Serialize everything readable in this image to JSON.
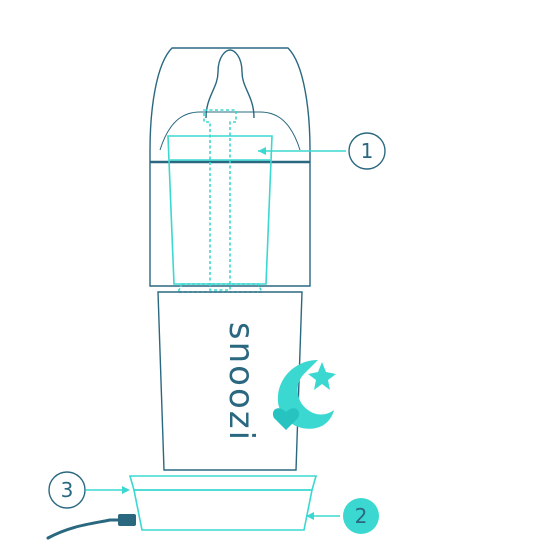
{
  "brand": {
    "name": "snoozi"
  },
  "callouts": [
    {
      "number": "1",
      "target": "bottle-insert"
    },
    {
      "number": "2",
      "target": "base"
    },
    {
      "number": "3",
      "target": "base-rim"
    }
  ],
  "colors": {
    "outline": "#2a6880",
    "accent": "#3ad8d0",
    "accent_dark": "#27c3c0",
    "background": "#ffffff"
  },
  "icons": [
    "moon-heart-icon",
    "power-cable-icon"
  ]
}
